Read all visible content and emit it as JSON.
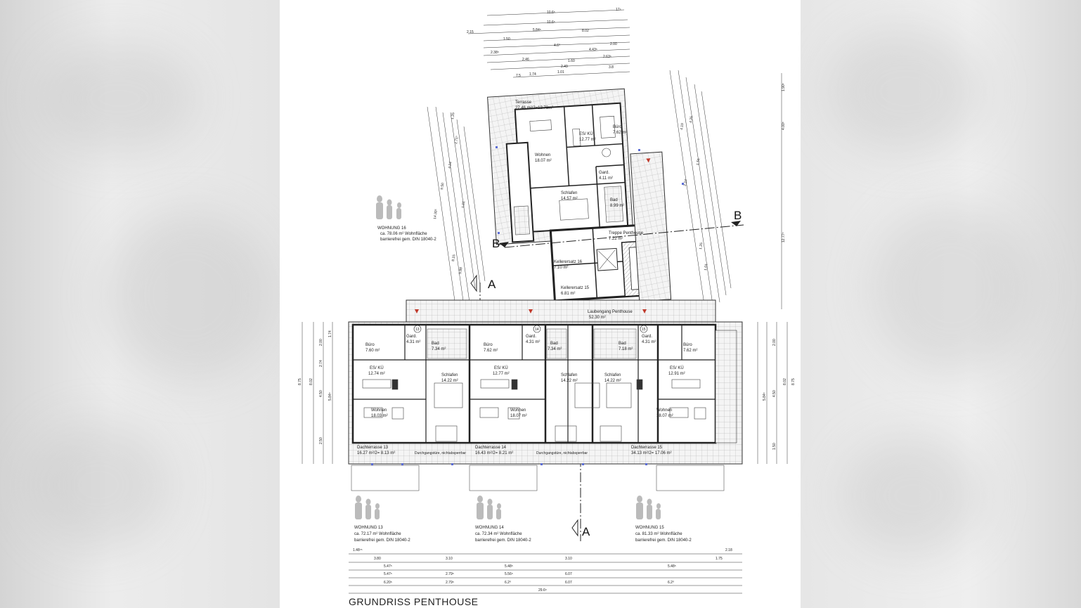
{
  "drawing_title": "GRUNDRISS PENTHOUSE",
  "section_markers": {
    "a_top": "A",
    "a_bottom": "A",
    "b_left": "B",
    "b_right": "B"
  },
  "penthouse": {
    "terrasse": "Terrasse",
    "terrasse_area": "27.46 m²/2=13.73m²",
    "wohnen": "Wohnen",
    "wohnen_area": "18.07 m²",
    "es_ku": "ES/ KÜ",
    "es_ku_area": "12.77 m²",
    "buro": "Büro",
    "buro_area": "7.62 m²",
    "gard": "Gard.",
    "gard_area": "4.11 m²",
    "schlafen": "Schlafen",
    "schlafen_area": "14.57 m²",
    "bad": "Bad",
    "bad_area": "8.99 m²",
    "treppe": "Treppe Penthouse",
    "treppe_area": "7.22 m²",
    "keller16": "Kellerersatz 16",
    "keller16_area": "7.10 m²",
    "keller15": "Kellerersatz 15",
    "keller15_area": "6.81 m²",
    "laubengang": "Laubengang Penthouse",
    "laubengang_area": "52.30 m²"
  },
  "wohnung16": {
    "name": "WOHNUNG 16",
    "area": "ca. 78.06 m² Wohnfläche",
    "note": "barrierefrei gem. DIN 18040-2"
  },
  "units": [
    {
      "num": "13",
      "buro": "Büro",
      "buro_area": "7.60 m²",
      "gard": "Gard.",
      "gard_area": "4.31 m²",
      "bad": "Bad",
      "bad_area": "7.34 m²",
      "es_ku": "ES/ KÜ",
      "es_ku_area": "12.74 m²",
      "schlafen": "Schlafen",
      "schlafen_area": "14.22 m²",
      "wohnen": "Wohnen",
      "wohnen_area": "18.03 m²",
      "terrasse": "Dachterrasse 13",
      "terrasse_area": "16.27 m²/2= 8.13 m²",
      "name": "WOHNUNG 13",
      "total": "ca. 72.17 m² Wohnfläche",
      "note": "barrierefrei gem. DIN 18040-2"
    },
    {
      "num": "14",
      "buro": "Büro",
      "buro_area": "7.62 m²",
      "gard": "Gard.",
      "gard_area": "4.31 m²",
      "bad": "Bad",
      "bad_area": "7.34 m²",
      "es_ku": "ES/ KÜ",
      "es_ku_area": "12.77 m²",
      "schlafen": "Schlafen",
      "schlafen_area": "14.22 m²",
      "wohnen": "Wohnen",
      "wohnen_area": "18.07 m²",
      "terrasse": "Dachterrasse 14",
      "terrasse_area": "16.43 m²/2= 8.21 m²",
      "name": "WOHNUNG 14",
      "total": "ca. 72.34 m² Wohnfläche",
      "note": "barrierefrei gem. DIN 18040-2"
    },
    {
      "num": "15",
      "buro": "Büro",
      "buro_area": "7.62 m²",
      "gard": "Gard.",
      "gard_area": "4.31 m²",
      "bad": "Bad",
      "bad_area": "7.18 m²",
      "es_ku": "ES/ KÜ",
      "es_ku_area": "12.91 m²",
      "schlafen": "Schlafen",
      "schlafen_area": "14.22 m²",
      "wohnen": "Wohnen",
      "wohnen_area": "18.07 m²",
      "terrasse": "Dachterrasse 15",
      "terrasse_area": "34.13 m²/2= 17.06 m²",
      "name": "WOHNUNG 15",
      "total": "ca. 81.33 m² Wohnfläche",
      "note": "barrierefrei gem. DIN 18040-2"
    }
  ],
  "durchgang": "Durchgangstüre, nichtabsperrbar",
  "dims_top": [
    "10.6⁵",
    "17⁴",
    "10.6⁵",
    "2.15",
    "5.84⁵",
    "8.02",
    "4.6⁰",
    "4.43⁵",
    "2.38⁵",
    "2.46",
    "2.63⁵",
    "2.49",
    "1.74",
    "1.01",
    "1.50",
    "1.60",
    "3.8",
    "2.00",
    "7.5"
  ],
  "dims_bottom": [
    "1.48⁷⁵",
    "3.80",
    "5.47⁵",
    "5.47⁵",
    "6.20⁵",
    "3.10",
    "2.79⁵",
    "2.79⁵",
    "5.48⁵",
    "5.56⁵",
    "6.2⁰",
    "3.10",
    "6.07",
    "6.07",
    "5.48⁵",
    "6.2⁰",
    "29.6⁵",
    "1.75",
    "2.18"
  ],
  "dims_left": [
    "8.75",
    "2.00",
    "2.74",
    "4.50",
    "2.50",
    "1.74",
    "8.02",
    "5.84⁵"
  ],
  "dims_right": [
    "8.75",
    "2.00",
    "4.50",
    "1.50",
    "5.84⁵",
    "8.02"
  ],
  "dims_right_top": [
    "12.77⁵",
    "1.90⁵",
    "4.00⁵",
    "4.25",
    "4.19",
    "2.24",
    "1.51",
    "1.25",
    "1.01"
  ],
  "dims_left_top": [
    "14.30⁵",
    "9.50",
    "4.24",
    "5.88",
    "2.71⁵",
    "1.25",
    "1.01",
    "8.15"
  ]
}
